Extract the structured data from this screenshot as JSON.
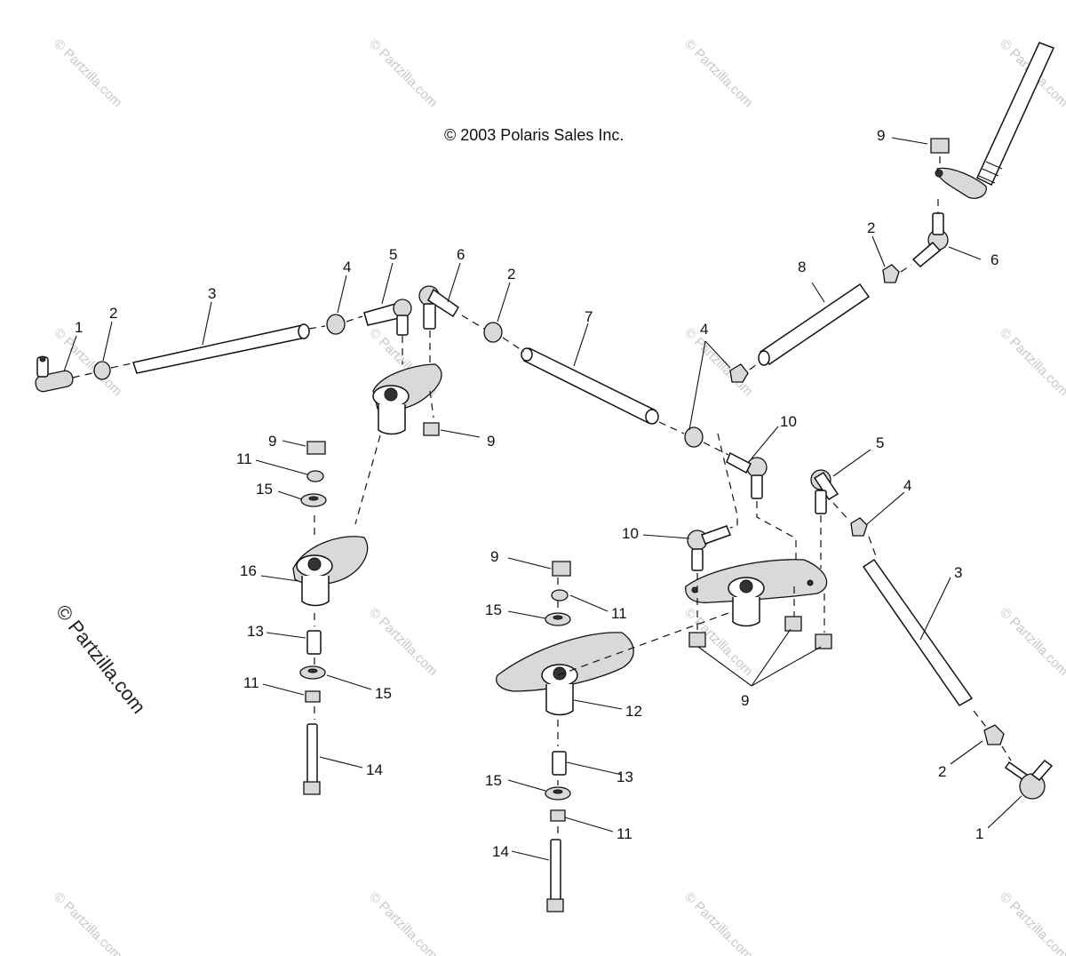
{
  "copyright": "© 2003 Polaris Sales Inc.",
  "side_watermark": "© Partzilla.com",
  "watermark": "© Partzilla.com",
  "callouts": [
    {
      "label": "1"
    },
    {
      "label": "2"
    },
    {
      "label": "3"
    },
    {
      "label": "4"
    },
    {
      "label": "5"
    },
    {
      "label": "6"
    },
    {
      "label": "2"
    },
    {
      "label": "7"
    },
    {
      "label": "4"
    },
    {
      "label": "8"
    },
    {
      "label": "2"
    },
    {
      "label": "6"
    },
    {
      "label": "9"
    },
    {
      "label": "9"
    },
    {
      "label": "9"
    },
    {
      "label": "11"
    },
    {
      "label": "15"
    },
    {
      "label": "16"
    },
    {
      "label": "13"
    },
    {
      "label": "11"
    },
    {
      "label": "15"
    },
    {
      "label": "14"
    },
    {
      "label": "10"
    },
    {
      "label": "10"
    },
    {
      "label": "5"
    },
    {
      "label": "4"
    },
    {
      "label": "3"
    },
    {
      "label": "9"
    },
    {
      "label": "11"
    },
    {
      "label": "15"
    },
    {
      "label": "12"
    },
    {
      "label": "13"
    },
    {
      "label": "15"
    },
    {
      "label": "11"
    },
    {
      "label": "14"
    },
    {
      "label": "9"
    },
    {
      "label": "2"
    },
    {
      "label": "1"
    }
  ]
}
